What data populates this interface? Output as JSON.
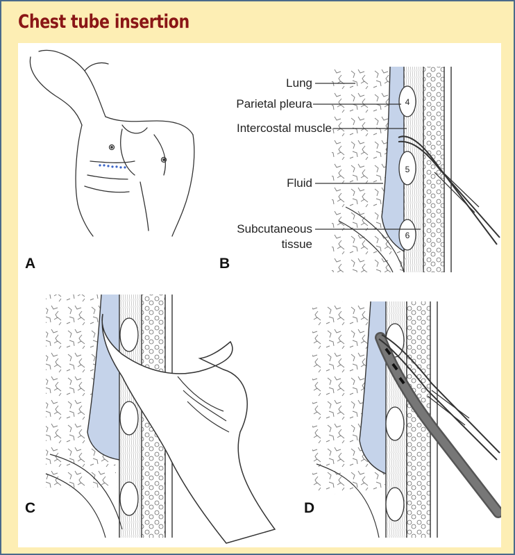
{
  "title": "Chest tube insertion",
  "colors": {
    "accent": "#8a1616",
    "fluid": "#c5d3ea",
    "background": "#fdeeb4",
    "border": "#4a6a8a"
  },
  "panels": {
    "a": {
      "letter": "A"
    },
    "b": {
      "letter": "B",
      "labels": {
        "lung": "Lung",
        "parietal_pleura": "Parietal pleura",
        "intercostal_muscle": "Intercostal muscle",
        "fluid": "Fluid",
        "subcutaneous_1": "Subcutaneous",
        "subcutaneous_2": "tissue"
      },
      "ribs": [
        "4",
        "5",
        "6"
      ]
    },
    "c": {
      "letter": "C"
    },
    "d": {
      "letter": "D"
    }
  }
}
